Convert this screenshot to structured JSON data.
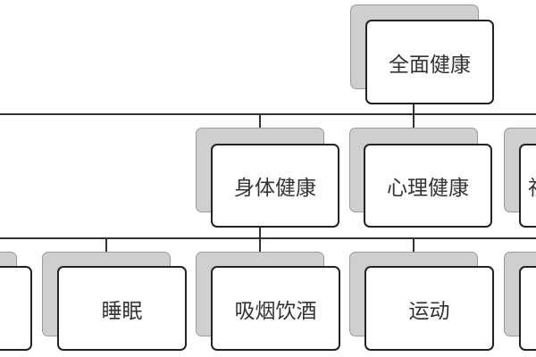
{
  "diagram": {
    "root": {
      "label": "全面健康"
    },
    "level2": [
      {
        "label": "身体健康"
      },
      {
        "label": "心理健康"
      },
      {
        "label": "社会健康"
      }
    ],
    "level3": [
      {
        "label": ""
      },
      {
        "label": "睡眠"
      },
      {
        "label": "吸烟饮酒"
      },
      {
        "label": "运动"
      },
      {
        "label": ""
      }
    ]
  }
}
